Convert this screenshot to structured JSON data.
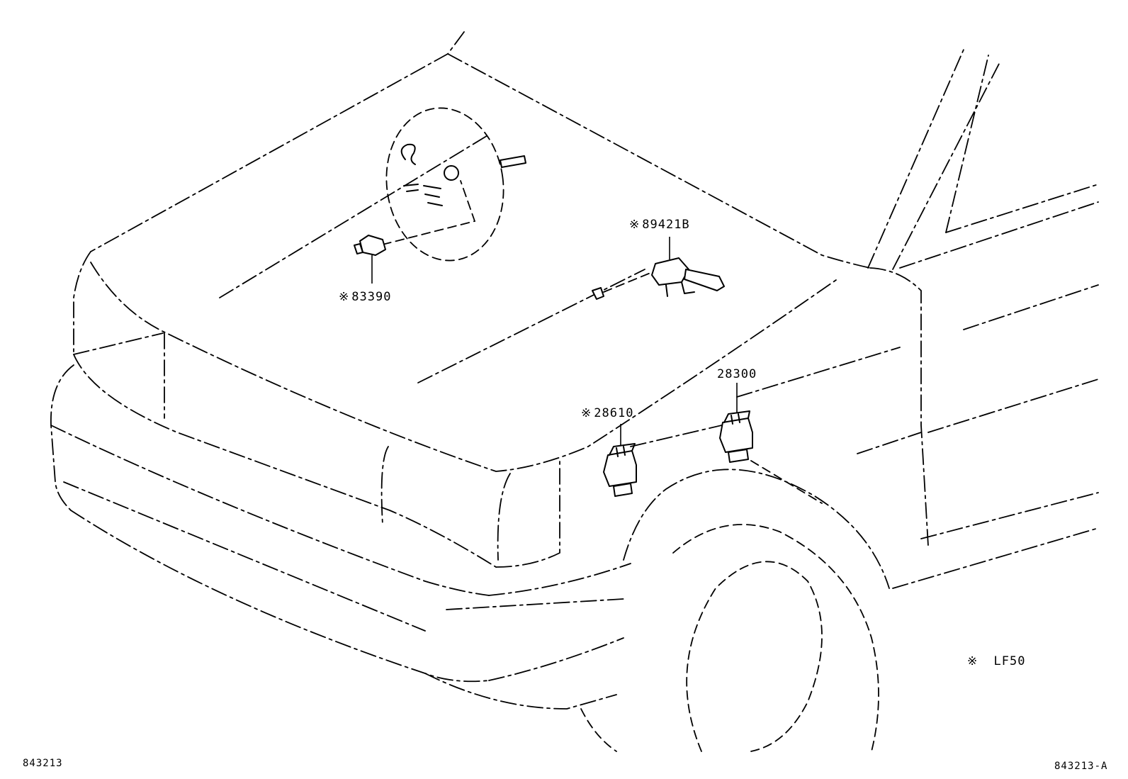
{
  "callouts": {
    "sensor_83390": {
      "prefix": "※",
      "part_no": "83390"
    },
    "sensor_89421b": {
      "prefix": "※",
      "part_no": "89421B"
    },
    "relay_28610": {
      "prefix": "※",
      "part_no": "28610"
    },
    "relay_28300": {
      "prefix": "",
      "part_no": "28300"
    }
  },
  "legend": {
    "symbol": "※",
    "text": "LF50"
  },
  "footer": {
    "left_code": "843213",
    "right_code": "843213-A"
  }
}
